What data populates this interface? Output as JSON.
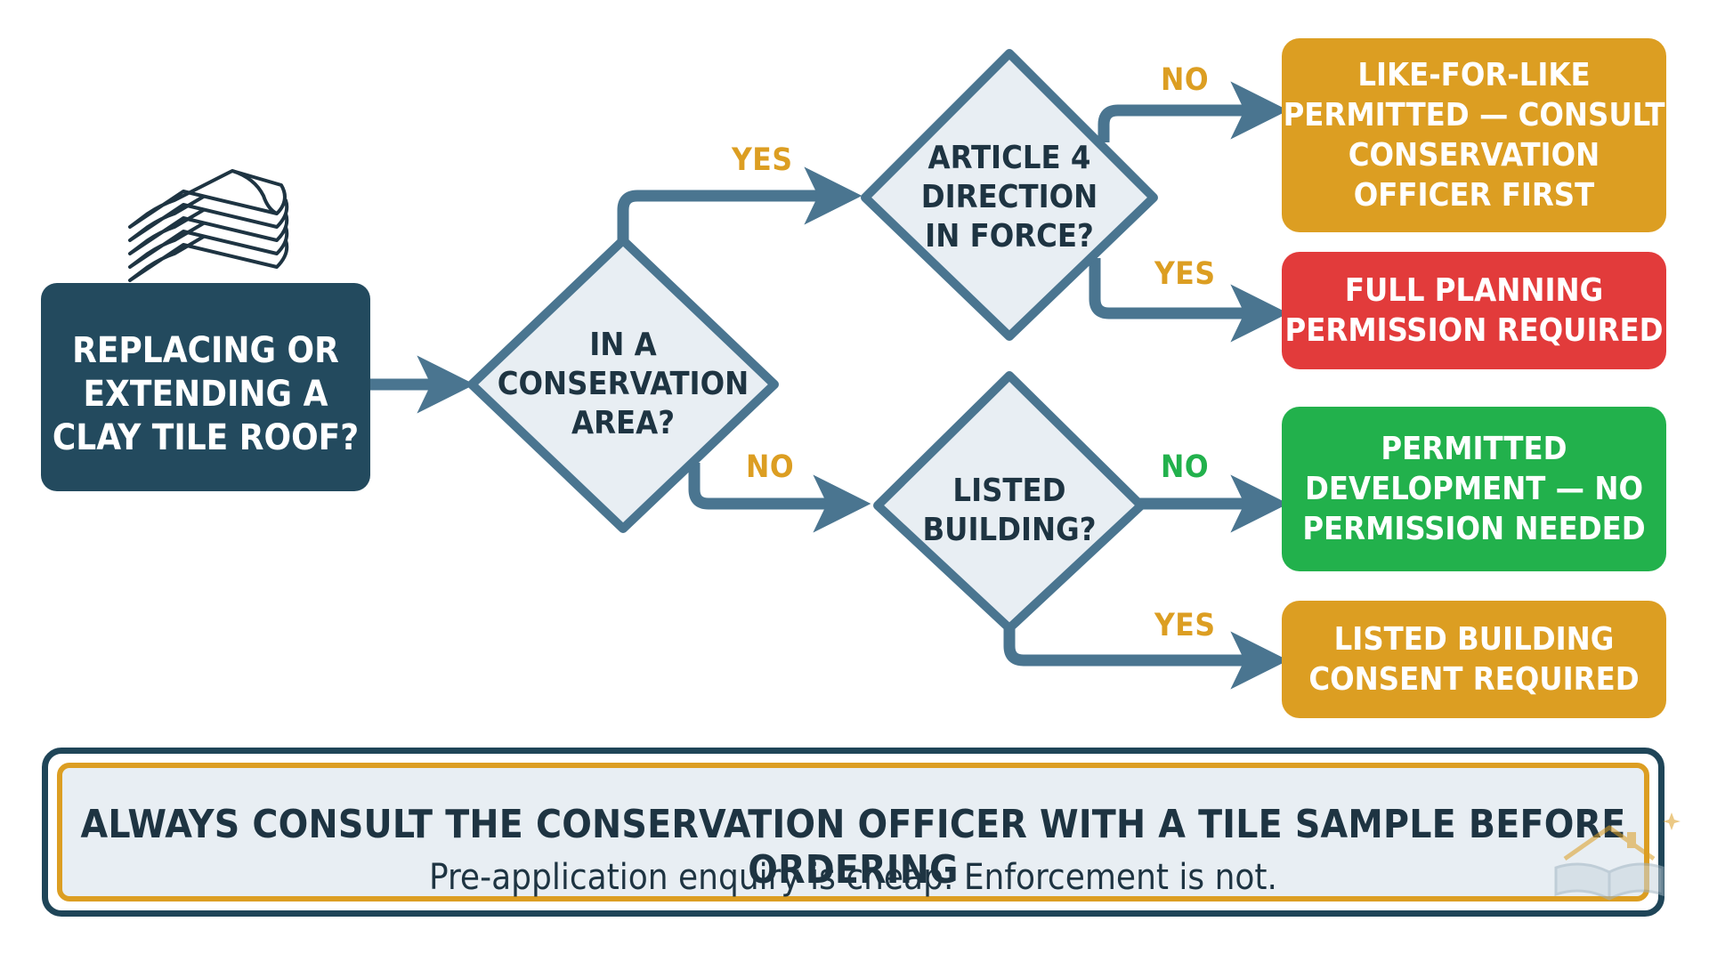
{
  "start": {
    "text": "REPLACING OR\nEXTENDING A\nCLAY TILE ROOF?",
    "icon": "roof-tiles-icon"
  },
  "decisions": {
    "conservation": "IN A\nCONSERVATION\nAREA?",
    "article4": "ARTICLE 4\nDIRECTION\nIN FORCE?",
    "listed": "LISTED\nBUILDING?"
  },
  "labels": {
    "conservation_yes": "YES",
    "conservation_no": "NO",
    "article4_no": "NO",
    "article4_yes": "YES",
    "listed_no": "NO",
    "listed_yes": "YES"
  },
  "outcomes": {
    "like_for_like": {
      "text": "LIKE-FOR-LIKE\nPERMITTED — CONSULT\nCONSERVATION\nOFFICER FIRST",
      "color": "#dc9e22"
    },
    "full_planning": {
      "text": "FULL PLANNING\nPERMISSION REQUIRED",
      "color": "#e23b3b"
    },
    "permitted_dev": {
      "text": "PERMITTED\nDEVELOPMENT — NO\nPERMISSION NEEDED",
      "color": "#22b14c"
    },
    "listed_consent": {
      "text": "LISTED BUILDING\nCONSENT REQUIRED",
      "color": "#dc9e22"
    }
  },
  "banner": {
    "title": "ALWAYS CONSULT THE CONSERVATION OFFICER WITH A TILE SAMPLE BEFORE ORDERING",
    "subtitle": "Pre-application enquiry is cheap. Enforcement is not."
  },
  "colors": {
    "navy": "#234a5e",
    "connector": "#4a7590",
    "label": "#dc9e22",
    "diamond_fill": "#e8eef3",
    "diamond_stroke": "#4a7590"
  }
}
